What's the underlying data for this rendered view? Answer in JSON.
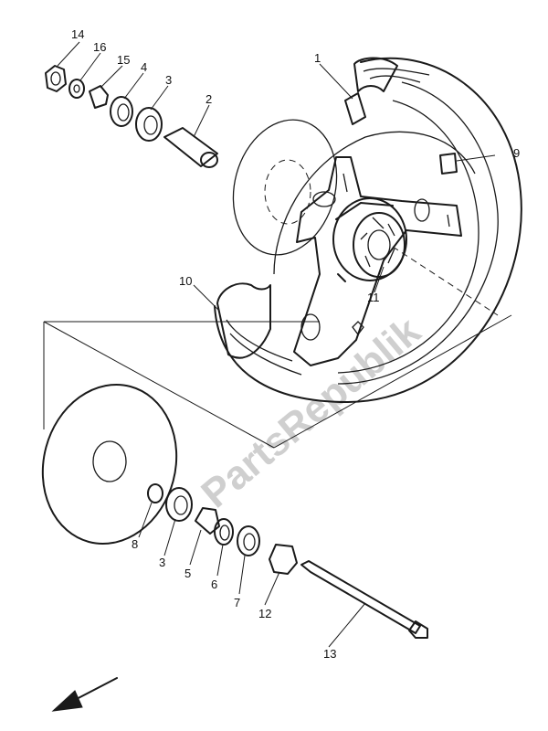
{
  "callouts": [
    "1",
    "2",
    "3",
    "4",
    "5",
    "6",
    "7",
    "8",
    "9",
    "10",
    "11",
    "12",
    "13",
    "14",
    "15",
    "16"
  ],
  "bottom_callouts": [
    "8",
    "3",
    "5",
    "6",
    "7",
    "12"
  ],
  "watermark": "PartsRepublik",
  "colors": {
    "ink": "#1a1a1a",
    "watermark": "#cfcfcf",
    "background": "#ffffff"
  },
  "icons": {
    "direction_arrow": "front-direction-arrow-icon"
  }
}
